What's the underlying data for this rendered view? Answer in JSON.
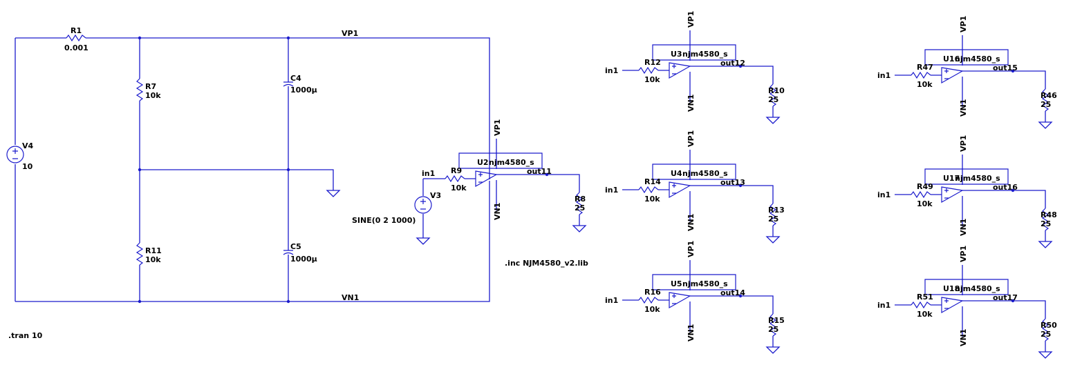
{
  "schematic": {
    "colors": {
      "wire": "#1a1acc",
      "text": "#000000",
      "background": "#ffffff"
    },
    "directives": {
      "tran": ".tran 10",
      "inc": ".inc NJM4580_v2.lib"
    },
    "supply": {
      "r1": {
        "ref": "R1",
        "value": "0.001"
      },
      "r7": {
        "ref": "R7",
        "value": "10k"
      },
      "r11": {
        "ref": "R11",
        "value": "10k"
      },
      "c4": {
        "ref": "C4",
        "value": "1000µ"
      },
      "c5": {
        "ref": "C5",
        "value": "1000µ"
      },
      "v4": {
        "ref": "V4",
        "value": "10"
      },
      "vp_net": "VP1",
      "vn_net": "VN1"
    },
    "source": {
      "v3": {
        "ref": "V3",
        "value": "SINE(0 2 1000)"
      },
      "in_net": "in1",
      "r9": {
        "ref": "R9",
        "value": "10k"
      }
    },
    "stages": [
      {
        "opamp": "U2",
        "model": "njm4580_s",
        "in_net": "in1",
        "r_in": "R9",
        "r_in_value": "10k",
        "out_net": "out11",
        "r_load": "R8",
        "r_load_value": "25",
        "vp": "VP1",
        "vn": "VN1"
      },
      {
        "opamp": "U3",
        "model": "njm4580_s",
        "in_net": "in1",
        "r_in": "R12",
        "r_in_value": "10k",
        "out_net": "out12",
        "r_load": "R10",
        "r_load_value": "25",
        "vp": "VP1",
        "vn": "VN1"
      },
      {
        "opamp": "U4",
        "model": "njm4580_s",
        "in_net": "in1",
        "r_in": "R14",
        "r_in_value": "10k",
        "out_net": "out13",
        "r_load": "R13",
        "r_load_value": "25",
        "vp": "VP1",
        "vn": "VN1"
      },
      {
        "opamp": "U5",
        "model": "njm4580_s",
        "in_net": "in1",
        "r_in": "R16",
        "r_in_value": "10k",
        "out_net": "out14",
        "r_load": "R15",
        "r_load_value": "25",
        "vp": "VP1",
        "vn": "VN1"
      },
      {
        "opamp": "U16",
        "model": "njm4580_s",
        "in_net": "in1",
        "r_in": "R47",
        "r_in_value": "10k",
        "out_net": "out15",
        "r_load": "R46",
        "r_load_value": "25",
        "vp": "VP1",
        "vn": "VN1"
      },
      {
        "opamp": "U17",
        "model": "njm4580_s",
        "in_net": "in1",
        "r_in": "R49",
        "r_in_value": "10k",
        "out_net": "out16",
        "r_load": "R48",
        "r_load_value": "25",
        "vp": "VP1",
        "vn": "VN1"
      },
      {
        "opamp": "U18",
        "model": "njm4580_s",
        "in_net": "in1",
        "r_in": "R51",
        "r_in_value": "10k",
        "out_net": "out17",
        "r_load": "R50",
        "r_load_value": "25",
        "vp": "VP1",
        "vn": "VN1"
      }
    ]
  }
}
